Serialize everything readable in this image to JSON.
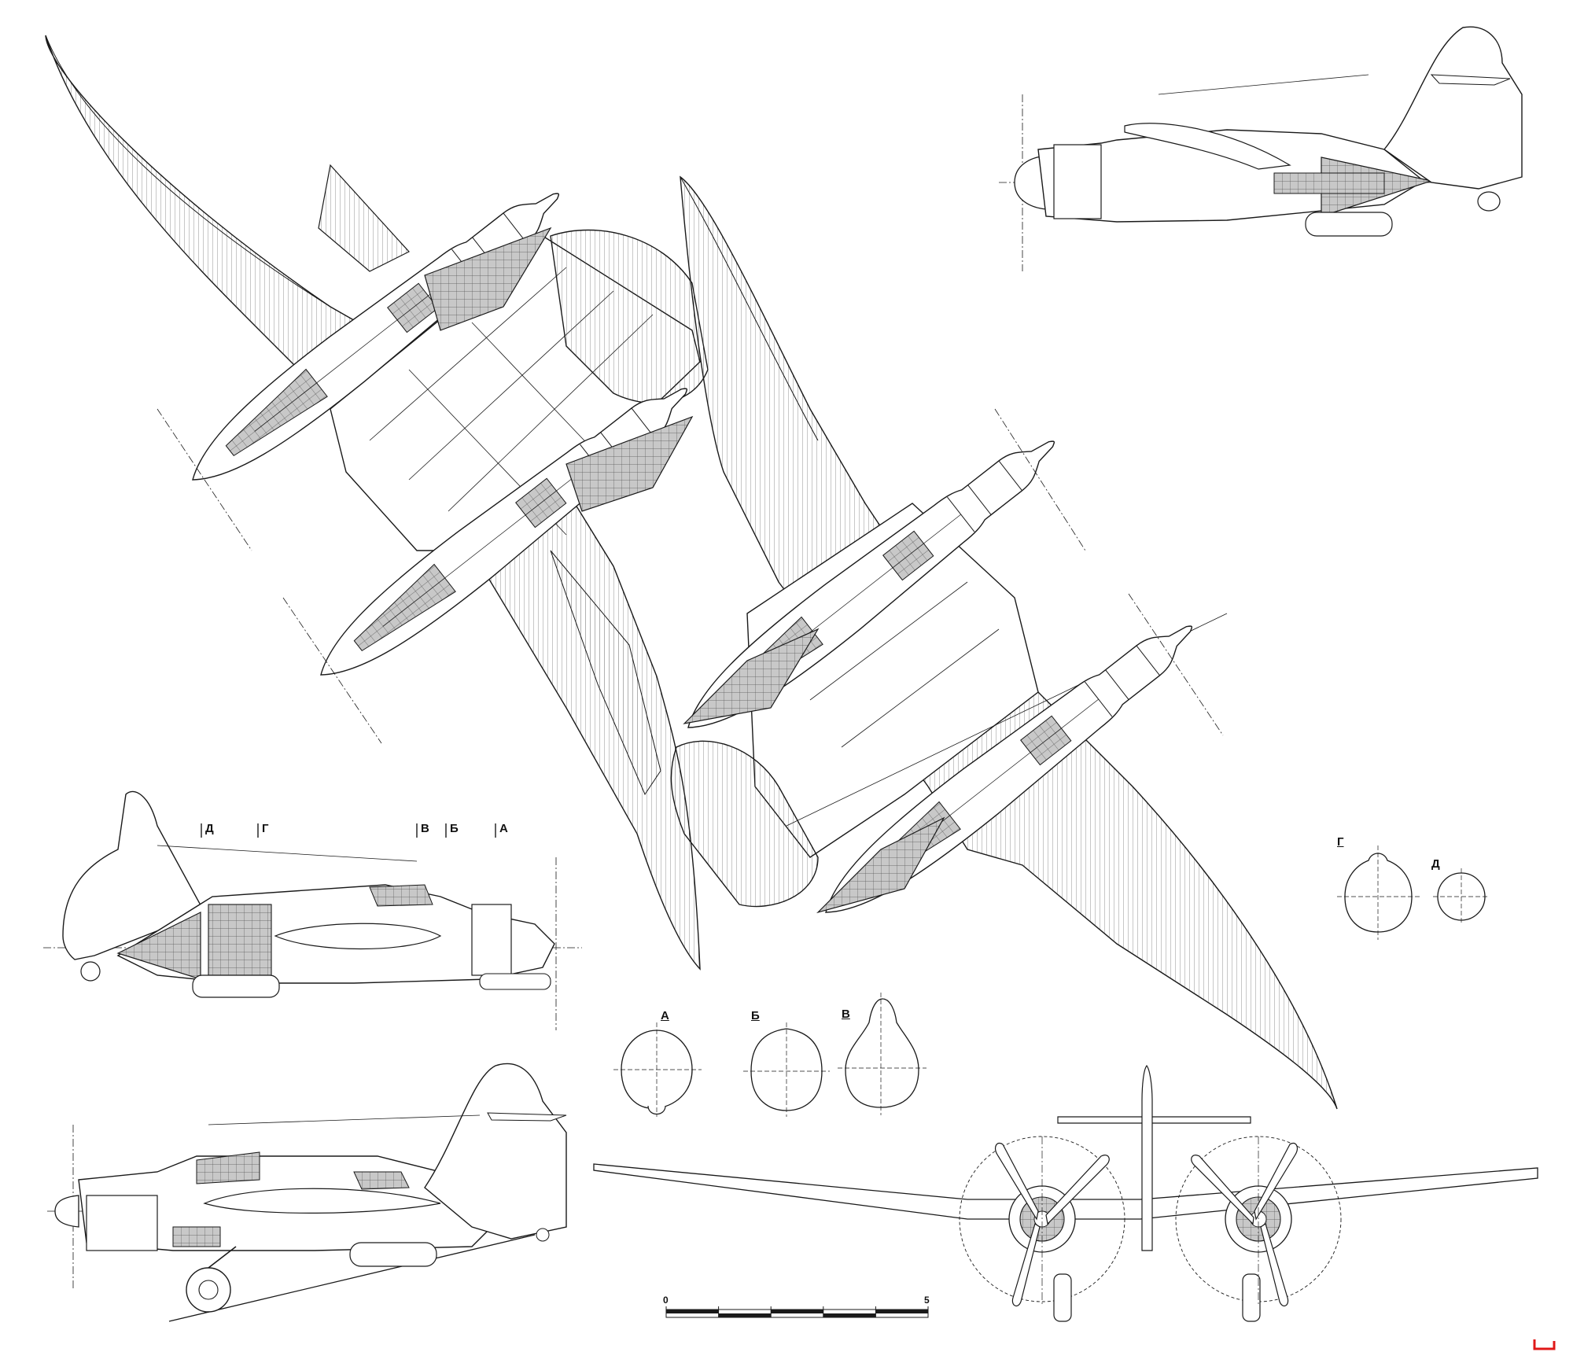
{
  "station_marks": {
    "d": "Д",
    "g": "Г",
    "v": "В",
    "b": "Б",
    "a": "А"
  },
  "sections": [
    {
      "key": "a",
      "label": "А"
    },
    {
      "key": "b",
      "label": "Б"
    },
    {
      "key": "v",
      "label": "В"
    },
    {
      "key": "g",
      "label": "Г"
    },
    {
      "key": "d",
      "label": "Д"
    }
  ],
  "scale_bar": {
    "start": "0",
    "end": "5",
    "segments": 5
  },
  "colors": {
    "line": "#1a1a1a",
    "glazing": "#c8c8c8",
    "stamp": "#e01818"
  }
}
